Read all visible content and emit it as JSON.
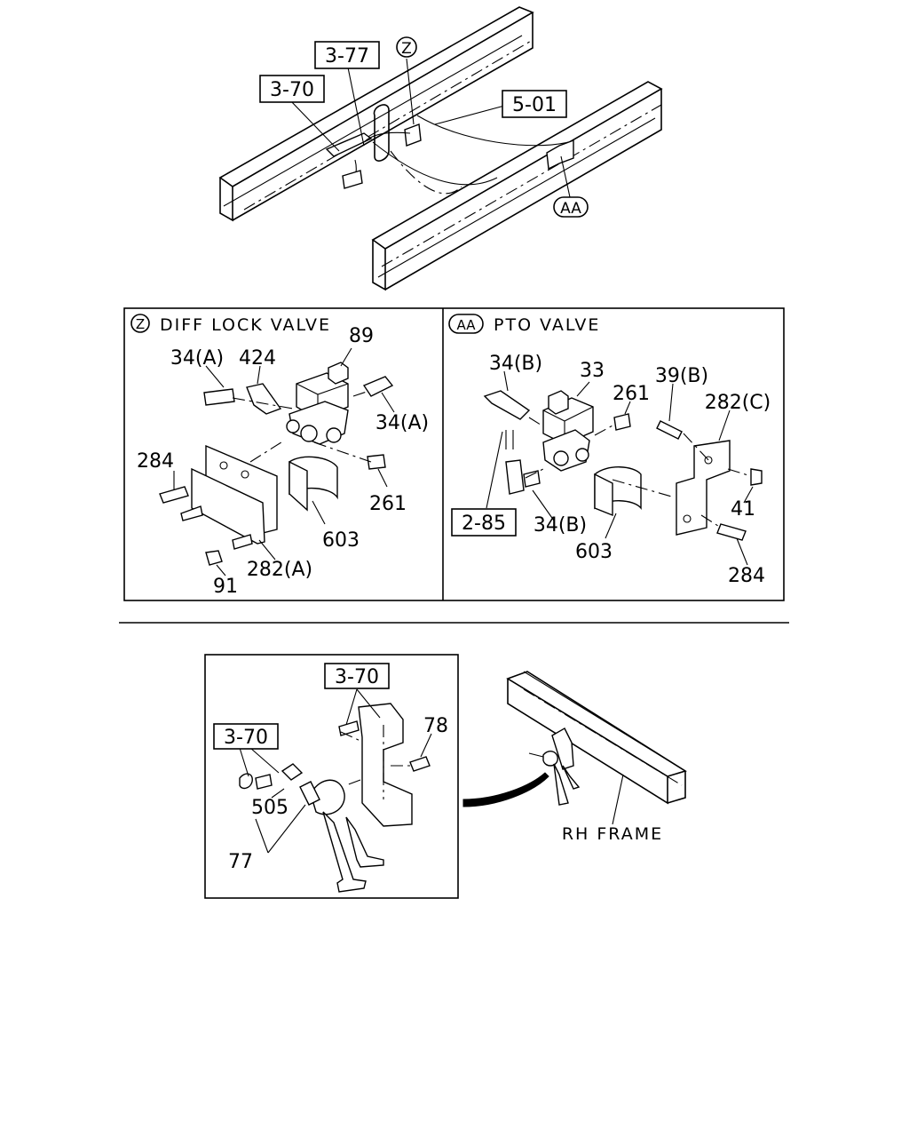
{
  "top": {
    "refs": {
      "r377": "3-77",
      "r370": "3-70",
      "r501": "5-01"
    },
    "circles": {
      "z": "Z",
      "aa": "AA"
    }
  },
  "diff_lock": {
    "marker": "Z",
    "title": "DIFF LOCK VALVE",
    "labels": {
      "p89": "89",
      "p34a_left": "34(A)",
      "p424": "424",
      "p34a_right": "34(A)",
      "p284": "284",
      "p261": "261",
      "p603": "603",
      "p91": "91",
      "p282a": "282(A)"
    }
  },
  "pto": {
    "marker": "AA",
    "title": "PTO VALVE",
    "labels": {
      "p34b_top": "34(B)",
      "p33": "33",
      "p261": "261",
      "p39b": "39(B)",
      "p282c": "282(C)",
      "p41": "41",
      "p34b_bottom": "34(B)",
      "p603": "603",
      "p284": "284"
    },
    "ref": "2-85"
  },
  "horn": {
    "refs": {
      "top": "3-70",
      "left": "3-70"
    },
    "labels": {
      "p78": "78",
      "p505": "505",
      "p77": "77"
    },
    "frame_label": "RH FRAME"
  }
}
